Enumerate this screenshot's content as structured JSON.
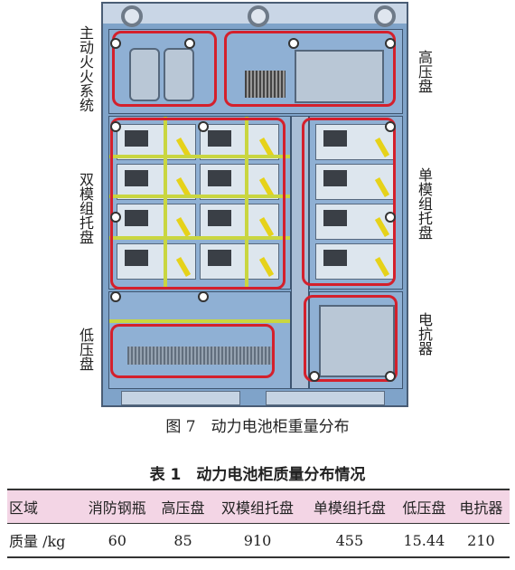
{
  "figure": {
    "labels": {
      "fire_system": "主动火火系统",
      "high_voltage": "高压盘",
      "dual_module": "双模组托盘",
      "single_module": "单模组托盘",
      "low_voltage": "低压盘",
      "reactor": "电抗器"
    },
    "caption": "图 7　动力电池柜重量分布",
    "highlight_color": "#d4202c"
  },
  "table": {
    "title": "表 1　动力电池柜质量分布情况",
    "headers": [
      "区域",
      "消防钢瓶",
      "高压盘",
      "双模组托盘",
      "单模组托盘",
      "低压盘",
      "电抗器"
    ],
    "row": [
      "质量 /kg",
      "60",
      "85",
      "910",
      "455",
      "15.44",
      "210"
    ]
  }
}
